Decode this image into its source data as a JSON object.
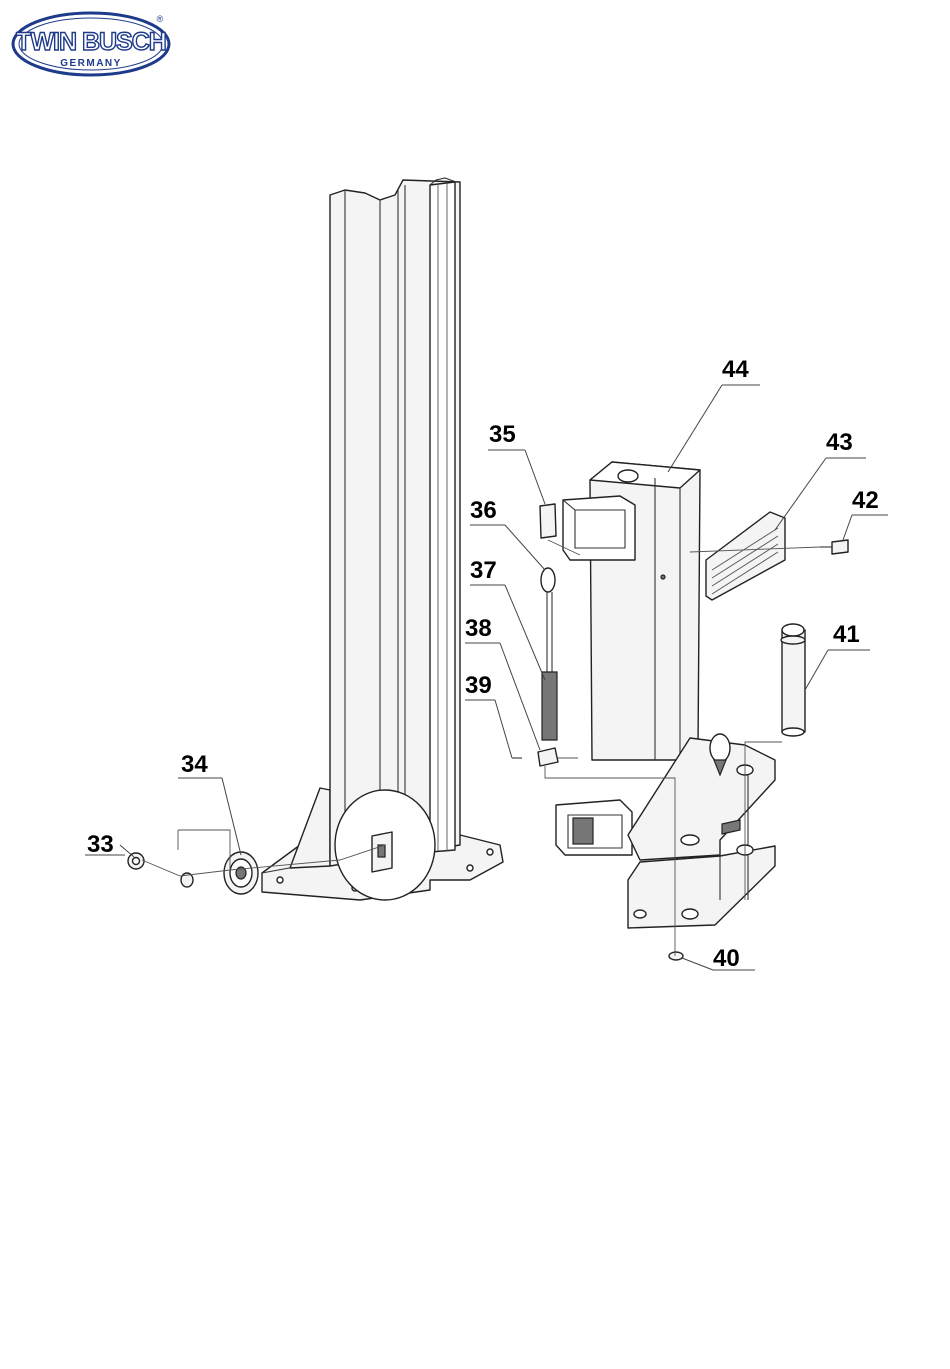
{
  "logo": {
    "brand": "TWIN BUSCH",
    "country": "GERMANY",
    "registered_mark": "®",
    "color": "#1e3a8a"
  },
  "callouts": {
    "c33": "33",
    "c34": "34",
    "c35": "35",
    "c36": "36",
    "c37": "37",
    "c38": "38",
    "c39": "39",
    "c40": "40",
    "c41": "41",
    "c42": "42",
    "c43": "43",
    "c44": "44"
  }
}
